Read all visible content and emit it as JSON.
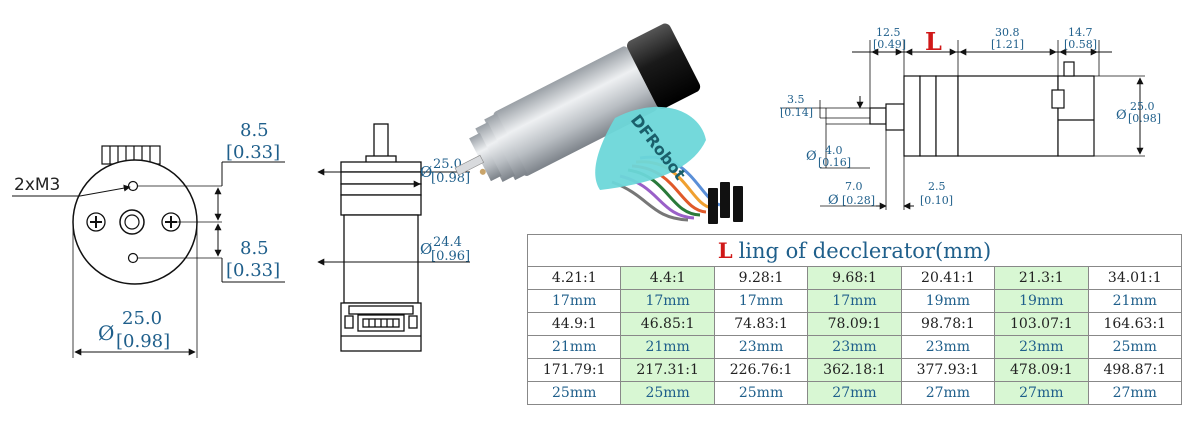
{
  "front_view": {
    "screw_label": "2xM3",
    "top_dim": "8.5",
    "top_dim_inch": "[0.33]",
    "bottom_dim": "8.5",
    "bottom_dim_inch": "[0.33]",
    "dia_symbol": "Ø",
    "dia": "25.0",
    "dia_inch": "[0.98]"
  },
  "side_view": {
    "dia_top_symbol": "Ø",
    "dia_top": "25.0",
    "dia_top_inch": "[0.98]",
    "dia_mid_symbol": "Ø",
    "dia_mid": "24.4",
    "dia_mid_inch": "[0.96]"
  },
  "photo": {
    "brand_text": "DFRobot"
  },
  "top_view": {
    "L_label": "L",
    "d1": "12.5",
    "d1_inch": "[0.49]",
    "d2": "30.8",
    "d2_inch": "[1.21]",
    "d3": "14.7",
    "d3_inch": "[0.58]",
    "d4": "3.5",
    "d4_inch": "[0.14]",
    "d5_symbol": "Ø",
    "d5": "4.0",
    "d5_inch": "[0.16]",
    "d6": "7.0",
    "d6_symbol": "Ø",
    "d6_inch": "[0.28]",
    "d7": "2.5",
    "d7_inch": "[0.10]",
    "d8_symbol": "Ø",
    "d8": "25.0",
    "d8_inch": "[0.98]"
  },
  "table": {
    "title_L": "L",
    "title_rest": "ling of decclerator(mm)",
    "rows": [
      [
        "4.21:1",
        "4.4:1",
        "9.28:1",
        "9.68:1",
        "20.41:1",
        "21.3:1",
        "34.01:1"
      ],
      [
        "17mm",
        "17mm",
        "17mm",
        "17mm",
        "19mm",
        "19mm",
        "21mm"
      ],
      [
        "44.9:1",
        "46.85:1",
        "74.83:1",
        "78.09:1",
        "98.78:1",
        "103.07:1",
        "164.63:1"
      ],
      [
        "21mm",
        "21mm",
        "23mm",
        "23mm",
        "23mm",
        "23mm",
        "25mm"
      ],
      [
        "171.79:1",
        "217.31:1",
        "226.76:1",
        "362.18:1",
        "377.93:1",
        "478.09:1",
        "498.87:1"
      ],
      [
        "25mm",
        "25mm",
        "25mm",
        "27mm",
        "27mm",
        "27mm",
        "27mm"
      ]
    ],
    "highlight_color": "#d8f7d3"
  }
}
